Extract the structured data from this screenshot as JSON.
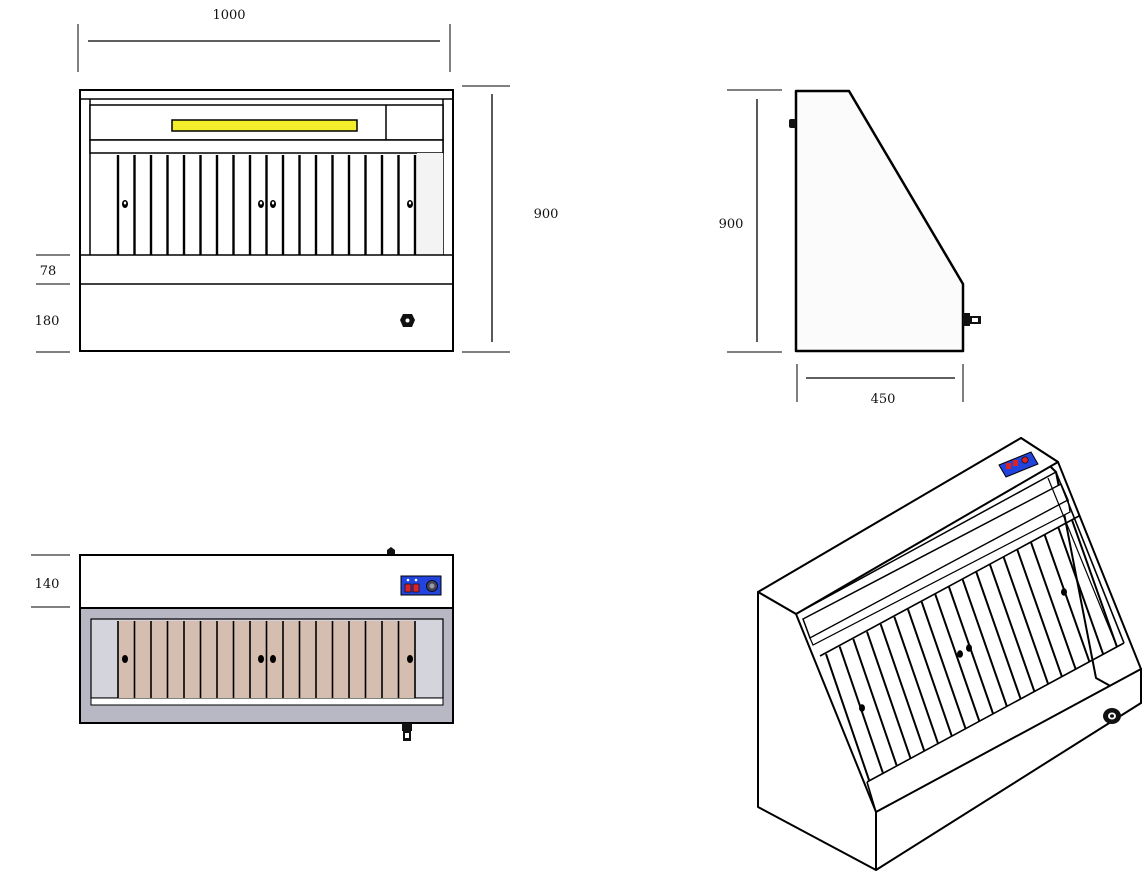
{
  "drawing": {
    "front_view": {
      "width_label": "1000",
      "height_label": "900",
      "upper_band_label": "78",
      "lower_band_label": "180"
    },
    "side_view": {
      "height_label": "900",
      "depth_label": "450"
    },
    "top_view": {
      "band_label": "140"
    },
    "colors": {
      "line": "#000000",
      "lamp": "#f2ee2b",
      "filter_strip": "#d5bdb0",
      "frame_gray": "#b8b8c4",
      "panel_gray": "#d3d4dc",
      "control_panel": "#2244dd",
      "switch_red": "#dd2222"
    }
  }
}
